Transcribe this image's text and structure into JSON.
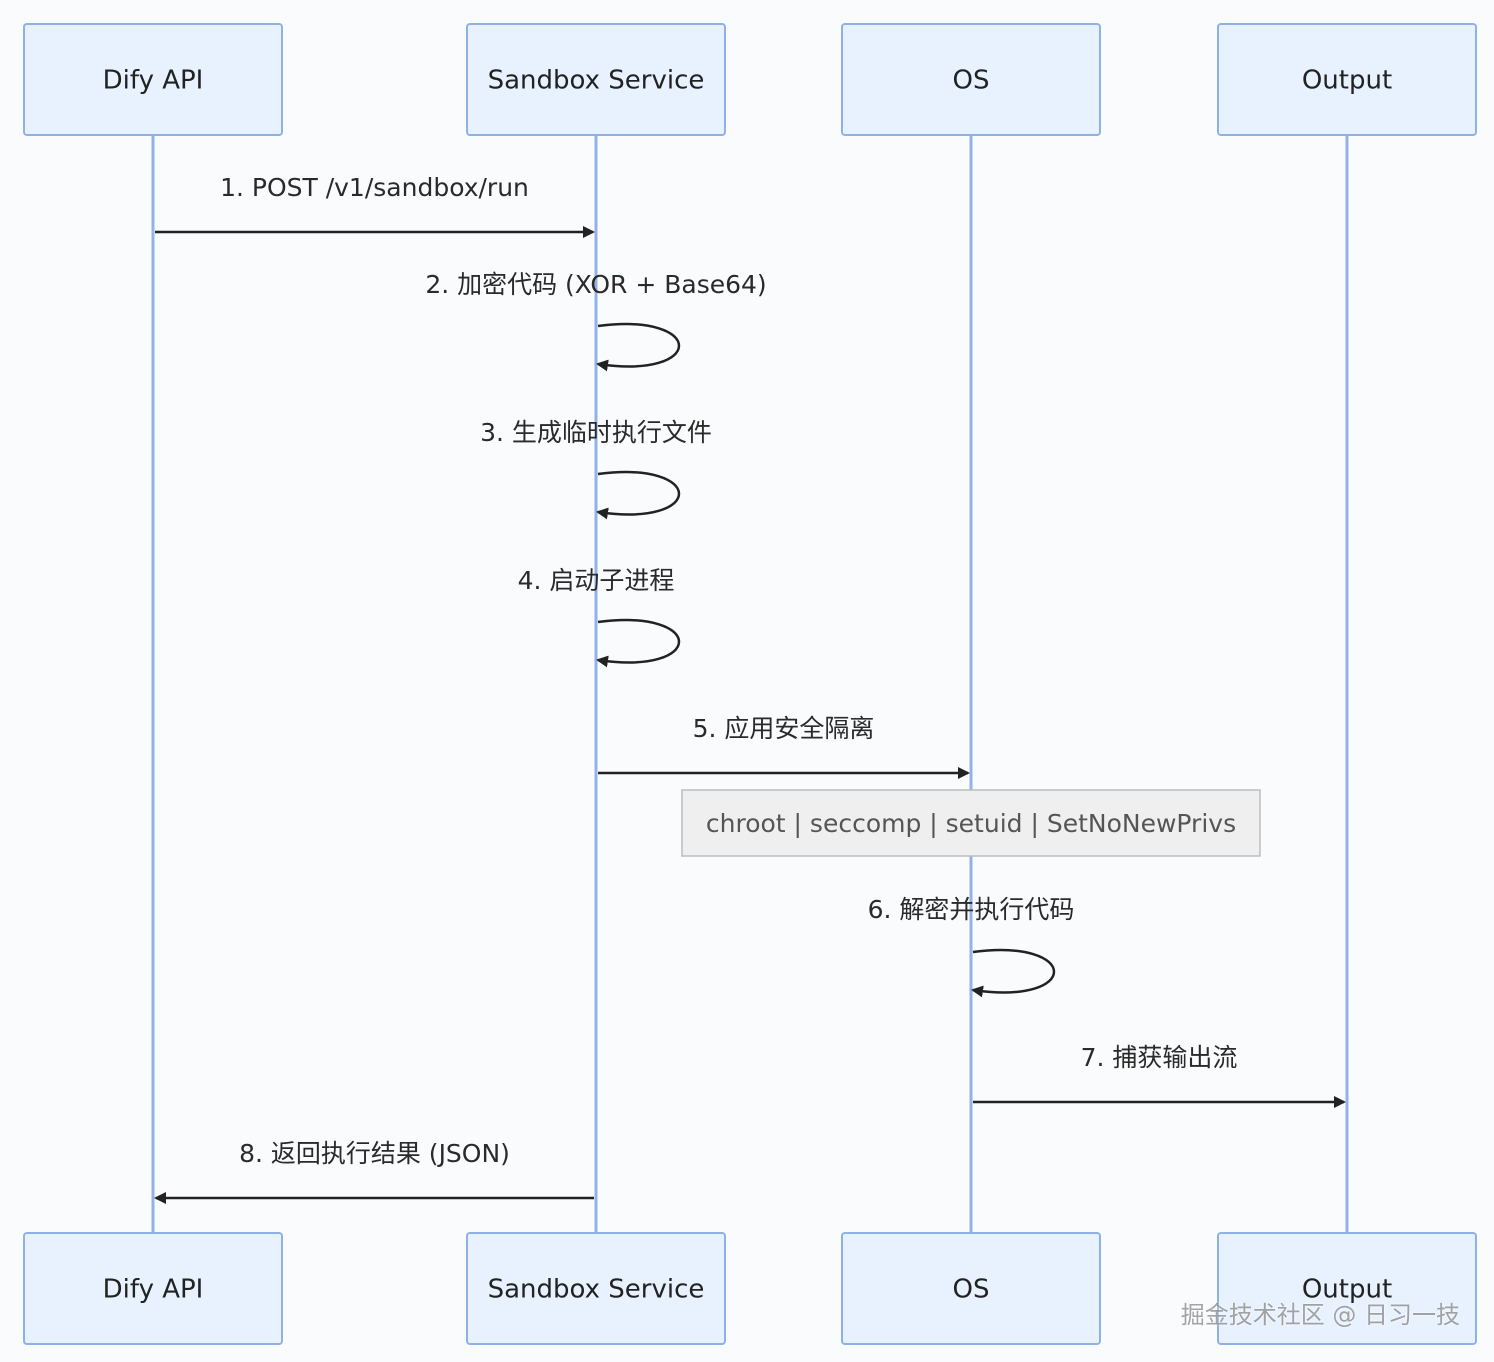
{
  "participants": [
    {
      "id": "api",
      "label": "Dify API"
    },
    {
      "id": "sandbox",
      "label": "Sandbox Service"
    },
    {
      "id": "os",
      "label": "OS"
    },
    {
      "id": "output",
      "label": "Output"
    }
  ],
  "messages": [
    {
      "from": "api",
      "to": "sandbox",
      "label": "1. POST /v1/sandbox/run"
    },
    {
      "from": "sandbox",
      "to": "sandbox",
      "label": "2. 加密代码 (XOR + Base64)"
    },
    {
      "from": "sandbox",
      "to": "sandbox",
      "label": "3. 生成临时执行文件"
    },
    {
      "from": "sandbox",
      "to": "sandbox",
      "label": "4. 启动子进程"
    },
    {
      "from": "sandbox",
      "to": "os",
      "label": "5. 应用安全隔离"
    },
    {
      "from": "os",
      "to": "os",
      "label": "6. 解密并执行代码"
    },
    {
      "from": "os",
      "to": "output",
      "label": "7. 捕获输出流"
    },
    {
      "from": "sandbox",
      "to": "api",
      "label": "8. 返回执行结果 (JSON)"
    }
  ],
  "note": {
    "over": [
      "sandbox",
      "output"
    ],
    "label": "chroot | seccomp | setuid | SetNoNewPrivs"
  },
  "watermark": "掘金技术社区 @ 日习一技"
}
